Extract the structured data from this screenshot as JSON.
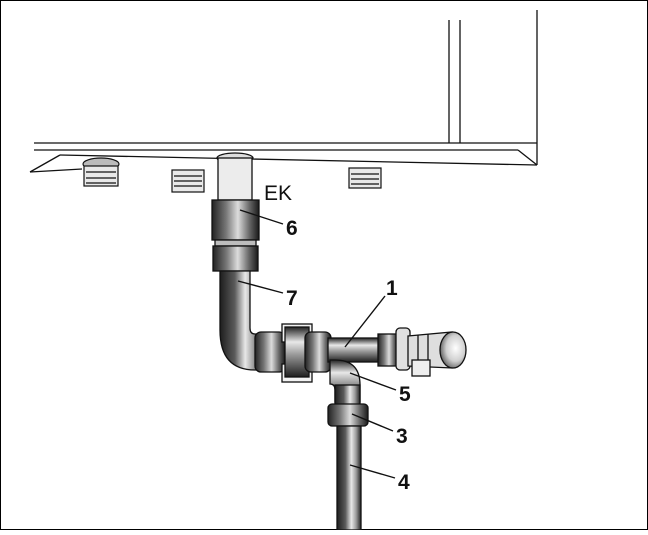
{
  "diagram": {
    "labels": {
      "ek": "EK",
      "n1": "1",
      "n3": "3",
      "n4": "4",
      "n5": "5",
      "n6": "6",
      "n7": "7"
    },
    "colors": {
      "pipe_dark": "#2b2b2b",
      "pipe_mid": "#8a8a8a",
      "pipe_light": "#e6e6e6",
      "outline": "#111111",
      "background": "#ffffff"
    }
  }
}
